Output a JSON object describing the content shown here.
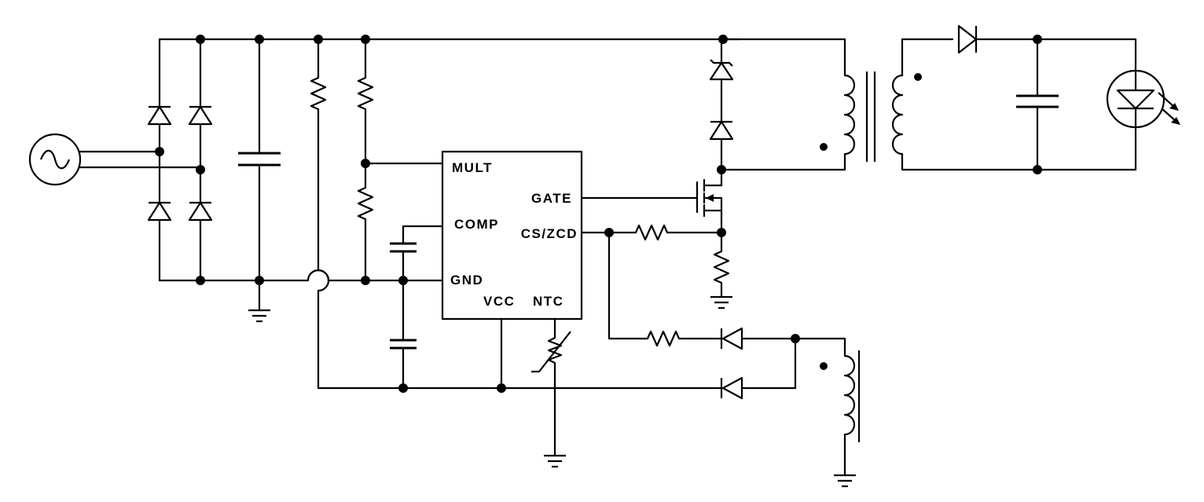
{
  "ic": {
    "pins": {
      "mult": "MULT",
      "gate": "GATE",
      "comp": "COMP",
      "cs_zcd": "CS/ZCD",
      "gnd": "GND",
      "vcc": "VCC",
      "ntc": "NTC"
    }
  },
  "colors": {
    "wire": "#000000",
    "background": "#ffffff"
  }
}
